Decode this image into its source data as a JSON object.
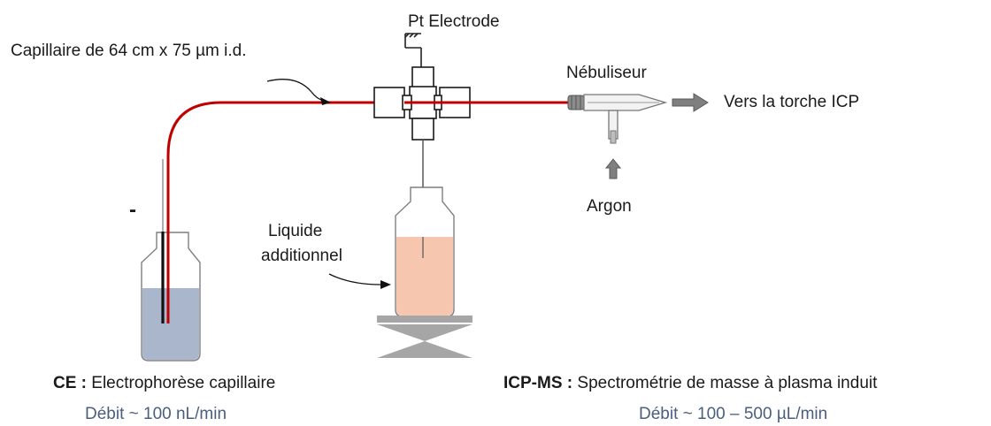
{
  "labels": {
    "pt_electrode": "Pt Electrode",
    "capillary": "Capillaire de  64 cm x 75 µm i.d.",
    "nebuliseur": "Nébuliseur",
    "torch": "Vers la torche ICP",
    "argon": "Argon",
    "liquide_line1": "Liquide",
    "liquide_line2": "additionnel",
    "minus": "-"
  },
  "ce": {
    "abbr": "CE :",
    "name": "Electrophorèse  capillaire",
    "flow": "Débit ~ 100 nL/min"
  },
  "icpms": {
    "abbr": "ICP-MS :",
    "name": "Spectrométrie  de masse à plasma induit",
    "flow": "Débit ~ 100 – 500 µL/min"
  },
  "colors": {
    "capillary": "#c00000",
    "ce_liquid": "#a9b6cc",
    "additional_liquid": "#f6c7ae",
    "stand": "#a6a6a6",
    "arrow": "#7f7f7f",
    "flow_text": "#4a5f7d"
  }
}
